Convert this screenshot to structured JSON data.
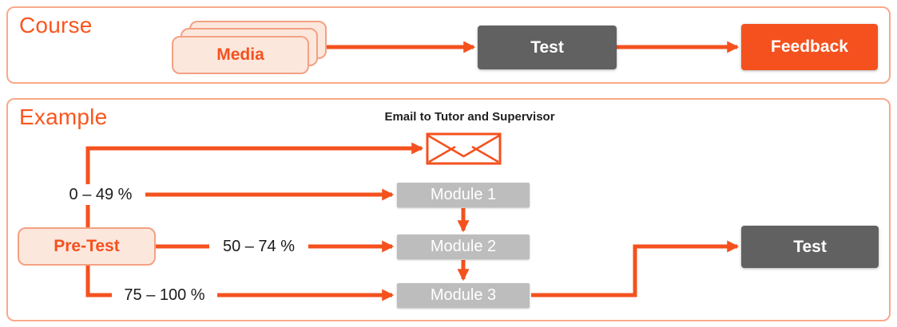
{
  "colors": {
    "accent_orange": "#F4511E",
    "title_orange": "#FB551E",
    "panel_border": "#F8A98A",
    "card_border": "#F3A183",
    "card_fill": "#FCE7DD",
    "module_gray": "#BDBDBD",
    "dark_gray": "#616161",
    "label_text": "#1B1B1B",
    "box_text": "#FFFFFF"
  },
  "course_panel": {
    "title": "Course",
    "media_label": "Media",
    "test_label": "Test",
    "feedback_label": "Feedback"
  },
  "example_panel": {
    "title": "Example",
    "email_caption": "Email to Tutor and Supervisor",
    "pretest_label": "Pre-Test",
    "branches": [
      {
        "range": "0 – 49 %",
        "target": "Module 1"
      },
      {
        "range": "50 – 74 %",
        "target": "Module 2"
      },
      {
        "range": "75 – 100 %",
        "target": "Module 3"
      }
    ],
    "test_label": "Test"
  },
  "icons": {
    "email_envelope": "email-envelope-icon"
  }
}
